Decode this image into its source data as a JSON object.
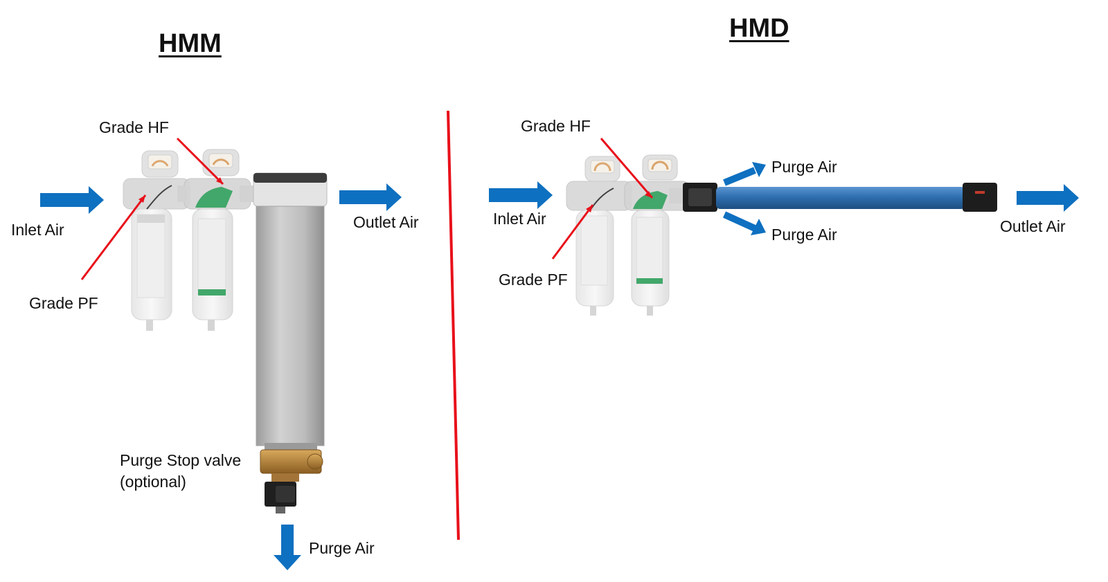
{
  "hmm": {
    "title": "HMM",
    "inlet": "Inlet Air",
    "outlet": "Outlet Air",
    "grade_hf": "Grade HF",
    "grade_pf": "Grade PF",
    "purge_valve_line1": "Purge Stop valve",
    "purge_valve_line2": "(optional)",
    "purge": "Purge Air"
  },
  "hmd": {
    "title": "HMD",
    "inlet": "Inlet Air",
    "outlet": "Outlet Air",
    "grade_hf": "Grade HF",
    "grade_pf": "Grade PF",
    "purge_top": "Purge Air",
    "purge_bottom": "Purge Air"
  },
  "colors": {
    "flow_arrow": "#0E70C0",
    "pointer": "#E8101A",
    "divider": "#E8101A",
    "hf_element": "#2E9E5A",
    "membrane_tube": "#2F6FB0",
    "dryer_body": "#B9B9B9",
    "valve_brass": "#B0803A"
  }
}
